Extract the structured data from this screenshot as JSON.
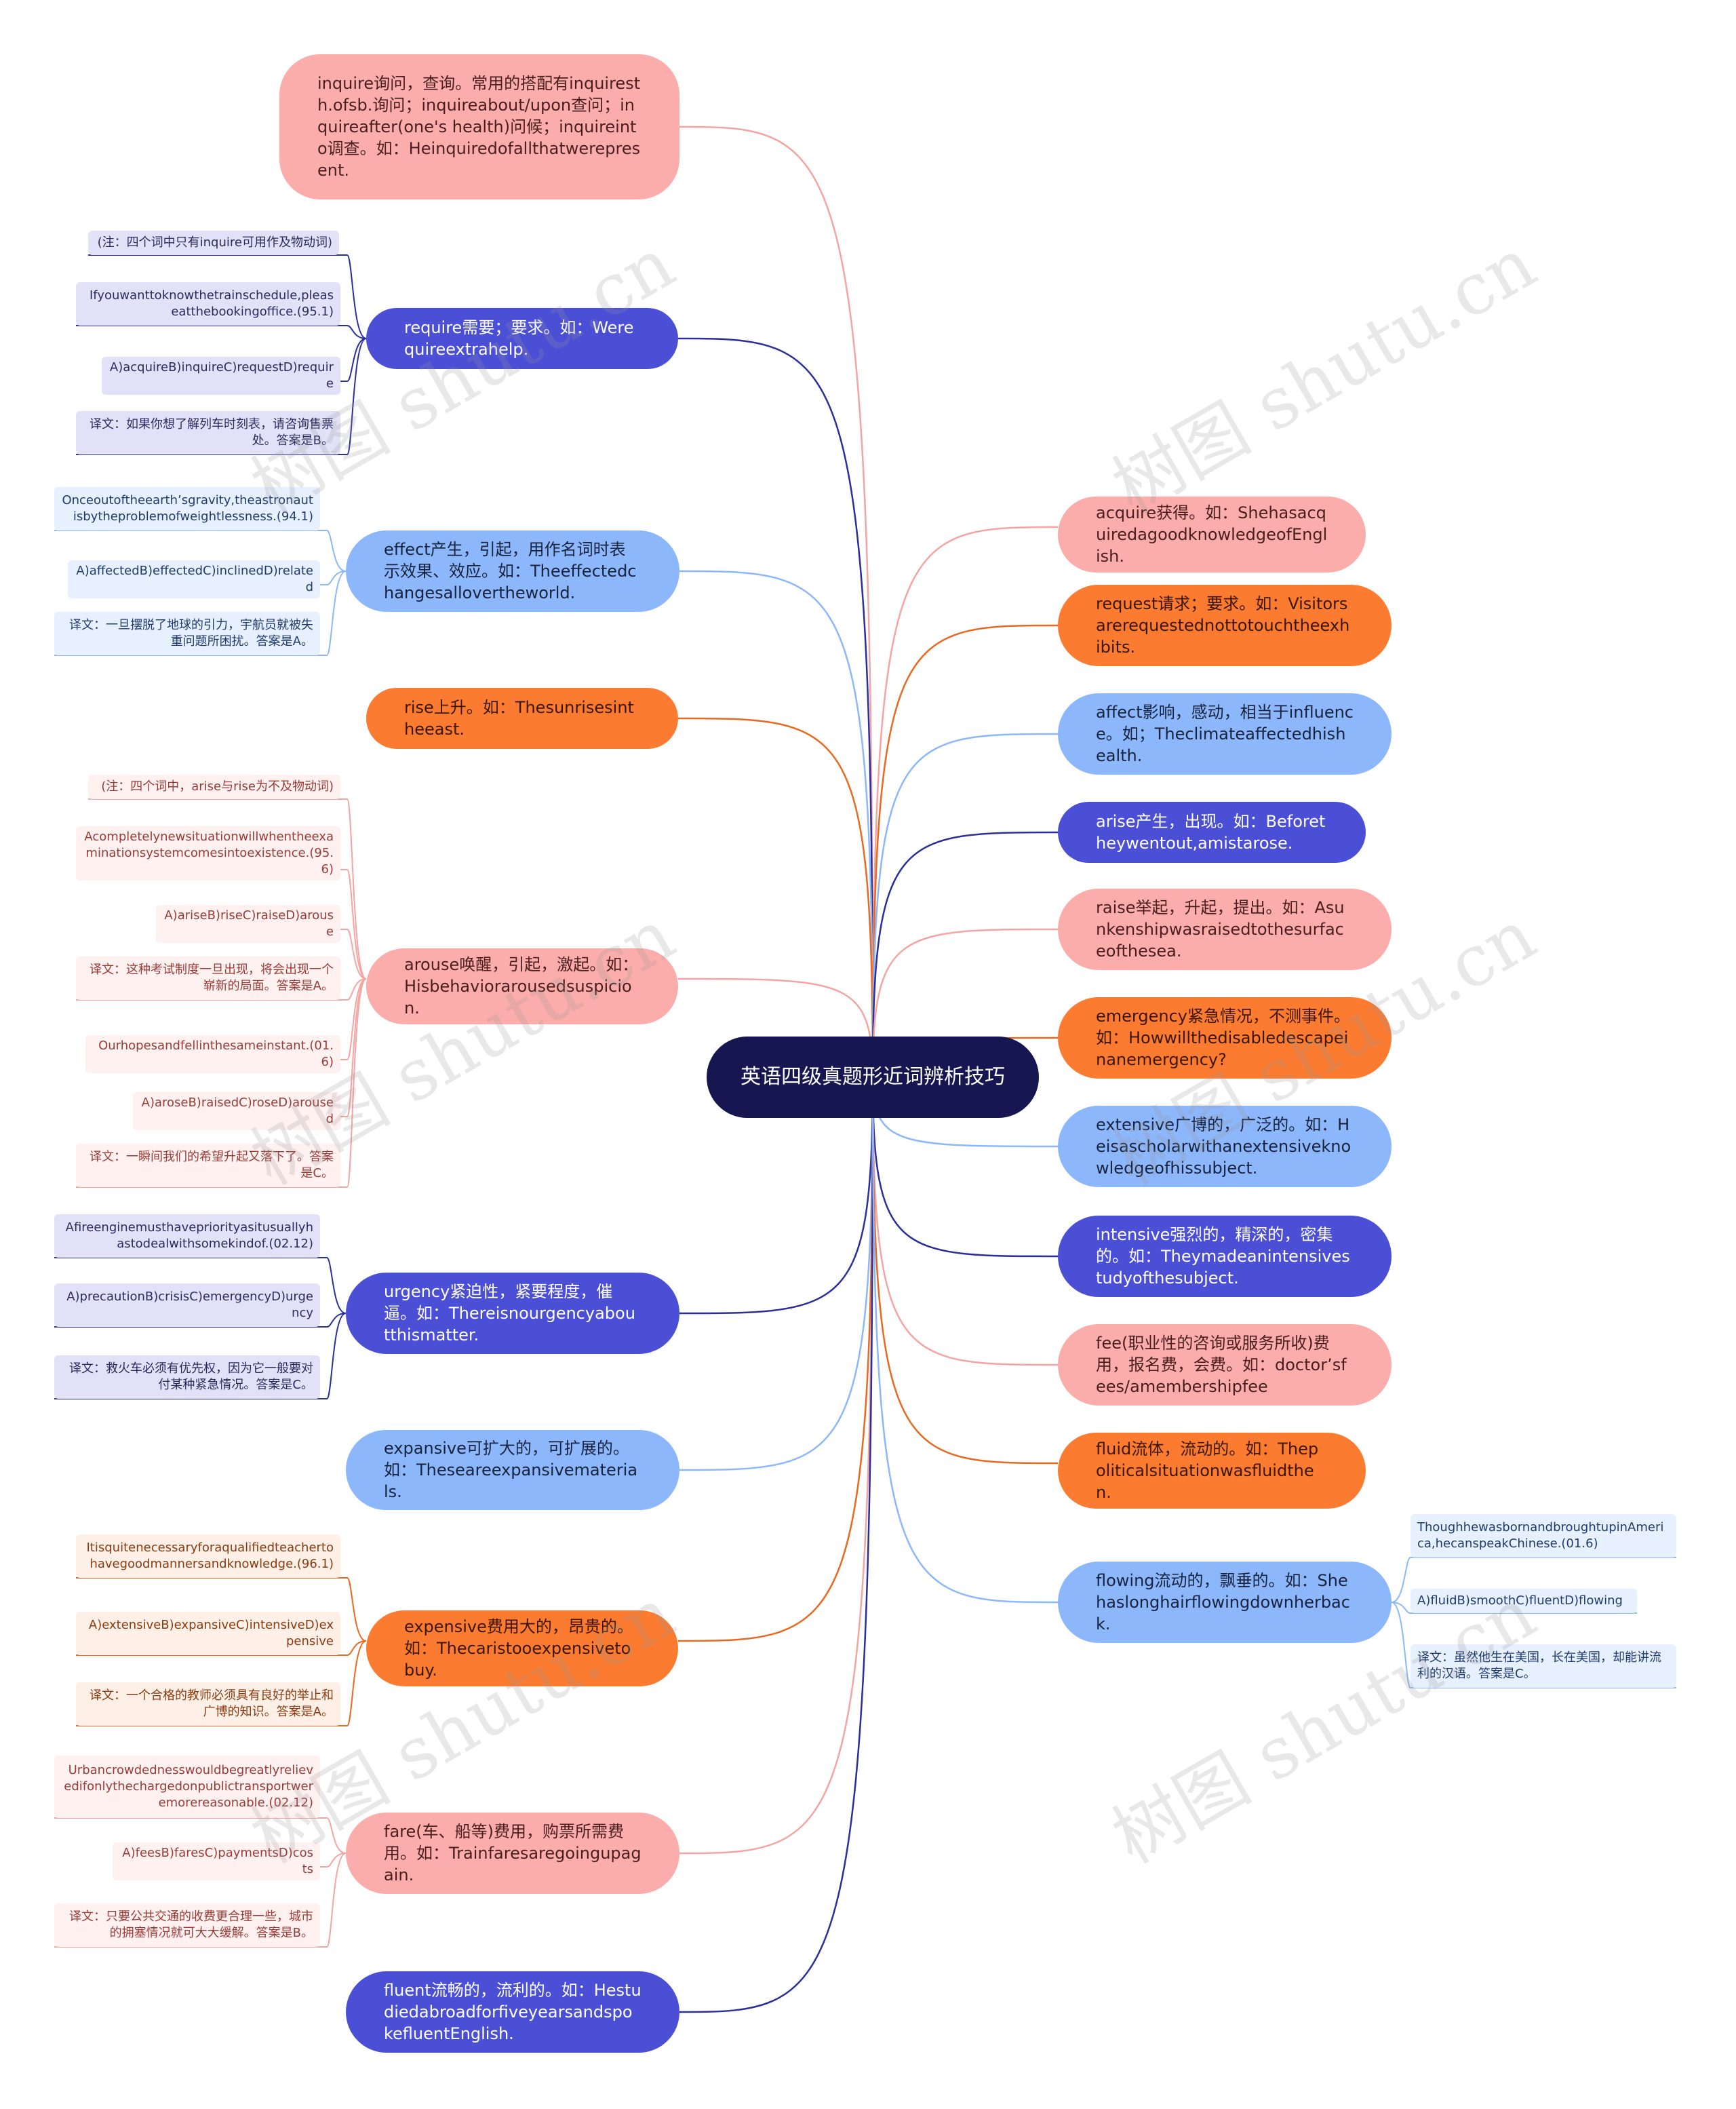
{
  "root": {
    "title": "英语四级真题形近词辨析技巧"
  },
  "watermark": "树图 shutu.cn",
  "colors": {
    "pink": "#f4a4a2",
    "indigo": "#2b2f9b",
    "blue": "#8db7fb",
    "orange": "#e86a20",
    "root": "#161650"
  },
  "left_nodes": [
    {
      "text": "inquire询问，查询。常用的搭配有inquiresth.ofsb.询问；inquireabout/upon查问；inquireafter(one's health)问候；inquireinto调查。如：Heinquiredofallthatwerepresent.",
      "color": "pink",
      "leaves": []
    },
    {
      "text": "require需要；要求。如：Werequireextrahelp.",
      "color": "indigo",
      "leaves": [
        "(注：四个词中只有inquire可用作及物动词)",
        "Ifyouwanttoknowthetrainschedule,pleaseatthebookingoffice.(95.1)",
        "A)acquireB)inquireC)requestD)require",
        "译文：如果你想了解列车时刻表，请咨询售票处。答案是B。"
      ]
    },
    {
      "text": "effect产生，引起，用作名词时表示效果、效应。如：Theeffectedchangesallovertheworld.",
      "color": "blue",
      "leaves": [
        "Onceoutoftheearth’sgravity,theastronautisbytheproblemofweightlessness.(94.1)",
        "A)affectedB)effectedC)inclinedD)related",
        "译文：一旦摆脱了地球的引力，宇航员就被失重问题所困扰。答案是A。"
      ]
    },
    {
      "text": "rise上升。如：Thesunrisesintheeast.",
      "color": "orange",
      "leaves": []
    },
    {
      "text": "arouse唤醒，引起，激起。如：Hisbehaviorarousedsuspicion.",
      "color": "pink",
      "leaves": [
        "(注：四个词中，arise与rise为不及物动词)",
        "Acompletelynewsituationwillwhentheexaminationsystemcomesintoexistence.(95.6)",
        "A)ariseB)riseC)raiseD)arouse",
        "译文：这种考试制度一旦出现，将会出现一个崭新的局面。答案是A。",
        "Ourhopesandfellinthesameinstant.(01.6)",
        "A)aroseB)raisedC)roseD)aroused",
        "译文：一瞬间我们的希望升起又落下了。答案是C。"
      ]
    },
    {
      "text": "urgency紧迫性，紧要程度，催逼。如：Thereisnourgencyaboutthismatter.",
      "color": "indigo",
      "leaves": [
        "Afireenginemusthavepriorityasitusuallyhastodealwithsomekindof.(02.12)",
        "A)precautionB)crisisC)emergencyD)urgency",
        "译文：救火车必须有优先权，因为它一般要对付某种紧急情况。答案是C。"
      ]
    },
    {
      "text": "expansive可扩大的，可扩展的。如：Theseareexpansivematerials.",
      "color": "blue",
      "leaves": []
    },
    {
      "text": "expensive费用大的，昂贵的。如：Thecaristooexpensivetobuy.",
      "color": "orange",
      "leaves": [
        "Itisquitenecessaryforaqualifiedteachertohavegoodmannersandknowledge.(96.1)",
        "A)extensiveB)expansiveC)intensiveD)expensive",
        "译文：一个合格的教师必须具有良好的举止和广博的知识。答案是A。"
      ]
    },
    {
      "text": "fare(车、船等)费用，购票所需费用。如：Trainfaresaregoingupagain.",
      "color": "pink",
      "leaves": [
        "Urbancrowdednesswouldbegreatlyrelievedifonlythechargedonpublictransportweremorereasonable.(02.12)",
        "A)feesB)faresC)paymentsD)costs",
        "译文：只要公共交通的收费更合理一些，城市的拥塞情况就可大大缓解。答案是B。"
      ]
    },
    {
      "text": "fluent流畅的，流利的。如：HestudiedabroadforfiveyearsandspokefluentEnglish.",
      "color": "indigo",
      "leaves": []
    }
  ],
  "right_nodes": [
    {
      "text": "acquire获得。如：ShehasacquiredagoodknowledgeofEnglish.",
      "color": "pink",
      "leaves": []
    },
    {
      "text": "request请求；要求。如：Visitorsarerequestednottotouchtheexhibits.",
      "color": "orange",
      "leaves": []
    },
    {
      "text": "affect影响，感动，相当于influence。如；Theclimateaffectedhishealth.",
      "color": "blue",
      "leaves": []
    },
    {
      "text": "arise产生，出现。如：Beforetheywentout,amistarose.",
      "color": "indigo",
      "leaves": []
    },
    {
      "text": "raise举起，升起，提出。如：Asunkenshipwasraisedtothesurfaceofthesea.",
      "color": "pink",
      "leaves": []
    },
    {
      "text": "emergency紧急情况，不测事件。如：Howwillthedisabledescapeinanemergency?",
      "color": "orange",
      "leaves": []
    },
    {
      "text": "extensive广博的，广泛的。如：Heisascholarwithanextensiveknowledgeofhissubject.",
      "color": "blue",
      "leaves": []
    },
    {
      "text": "intensive强烈的，精深的，密集的。如：Theymadeanintensivestudyofthesubject.",
      "color": "indigo",
      "leaves": []
    },
    {
      "text": "fee(职业性的咨询或服务所收)费用，报名费，会费。如：doctor’sfees/amembershipfee",
      "color": "pink",
      "leaves": []
    },
    {
      "text": "fluid流体，流动的。如：Thepoliticalsituationwasfluidthen.",
      "color": "orange",
      "leaves": []
    },
    {
      "text": "flowing流动的，飘垂的。如：Shehaslonghairflowingdownherback.",
      "color": "blue",
      "leaves": [
        "ThoughhewasbornandbroughtupinAmerica,hecanspeakChinese.(01.6)",
        "A)fluidB)smoothC)fluentD)flowing",
        "译文：虽然他生在美国，长在美国，却能讲流利的汉语。答案是C。"
      ]
    }
  ]
}
